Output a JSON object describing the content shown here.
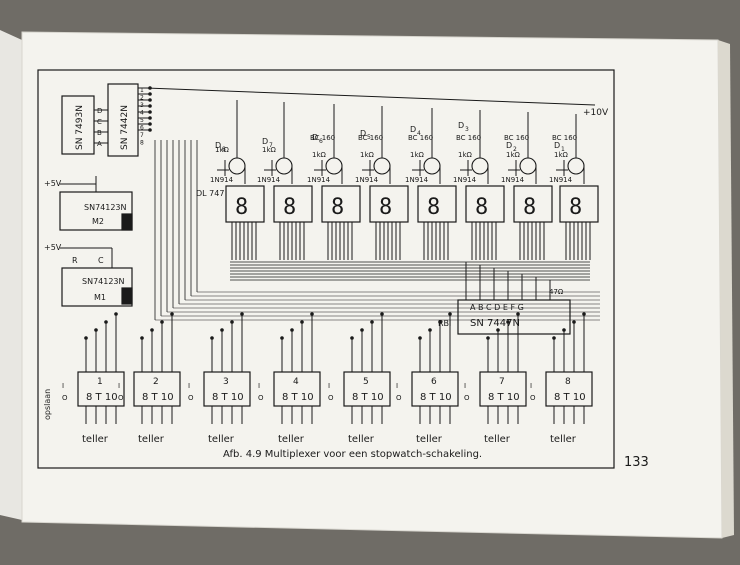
{
  "page": {
    "number": "133",
    "caption": "Afb. 4.9 Multiplexer voor een stopwatch-schakeling."
  },
  "ics": {
    "counter_chip": "SN 7493N",
    "decoder_chip": "SN 7442N",
    "monoflop_1": "SN74123N",
    "monoflop_2": "SN74123N",
    "monoflop_1_label": "M1",
    "monoflop_2_label": "M2",
    "segment_driver": "SN 7447N",
    "display_type": "DL 747"
  },
  "counter_pins": [
    "D",
    "C",
    "B",
    "A"
  ],
  "decoder_pins": [
    "1",
    "2",
    "3",
    "4",
    "5",
    "6",
    "7",
    "8"
  ],
  "driver_pins": [
    "A",
    "B",
    "C",
    "D",
    "E",
    "F",
    "G"
  ],
  "driver_rbi": "RBI",
  "digit_drives": [
    {
      "d": "D8",
      "r": "1kΩ",
      "diode": "1N914"
    },
    {
      "d": "D7",
      "r": "1kΩ",
      "diode": "1N914"
    },
    {
      "d": "D6",
      "t": "BC 160",
      "r": "1kΩ",
      "diode": "1N914"
    },
    {
      "d": "D5",
      "t": "BC 160",
      "r": "1kΩ",
      "diode": "1N914"
    },
    {
      "d": "D4",
      "t": "BC 160",
      "r": "1kΩ",
      "diode": "1N914"
    },
    {
      "d": "D3",
      "t": "BC 160",
      "r": "1kΩ",
      "diode": "1N914"
    },
    {
      "d": "D2",
      "t": "BC 160",
      "r": "1kΩ",
      "diode": "1N914"
    },
    {
      "d": "D1",
      "t": "BC 160",
      "r": "1kΩ",
      "diode": "1N914"
    }
  ],
  "supply": "+10V",
  "supply_5v": "+5V",
  "resistor_47": "47Ω",
  "rc_r": "R",
  "rc_c": "C",
  "mux": [
    {
      "n": "1",
      "chip": "8 T 10"
    },
    {
      "n": "2",
      "chip": "8 T 10"
    },
    {
      "n": "3",
      "chip": "8 T 10"
    },
    {
      "n": "4",
      "chip": "8 T 10"
    },
    {
      "n": "5",
      "chip": "8 T 10"
    },
    {
      "n": "6",
      "chip": "8 T 10"
    },
    {
      "n": "7",
      "chip": "8 T 10"
    },
    {
      "n": "8",
      "chip": "8 T 10"
    }
  ],
  "mux_io": "I O",
  "teller": "teller",
  "opslaan": "opslaan",
  "colors": {
    "ink": "#1a1a1a",
    "paper": "#f4f3ee",
    "background": "#6f6c66"
  }
}
